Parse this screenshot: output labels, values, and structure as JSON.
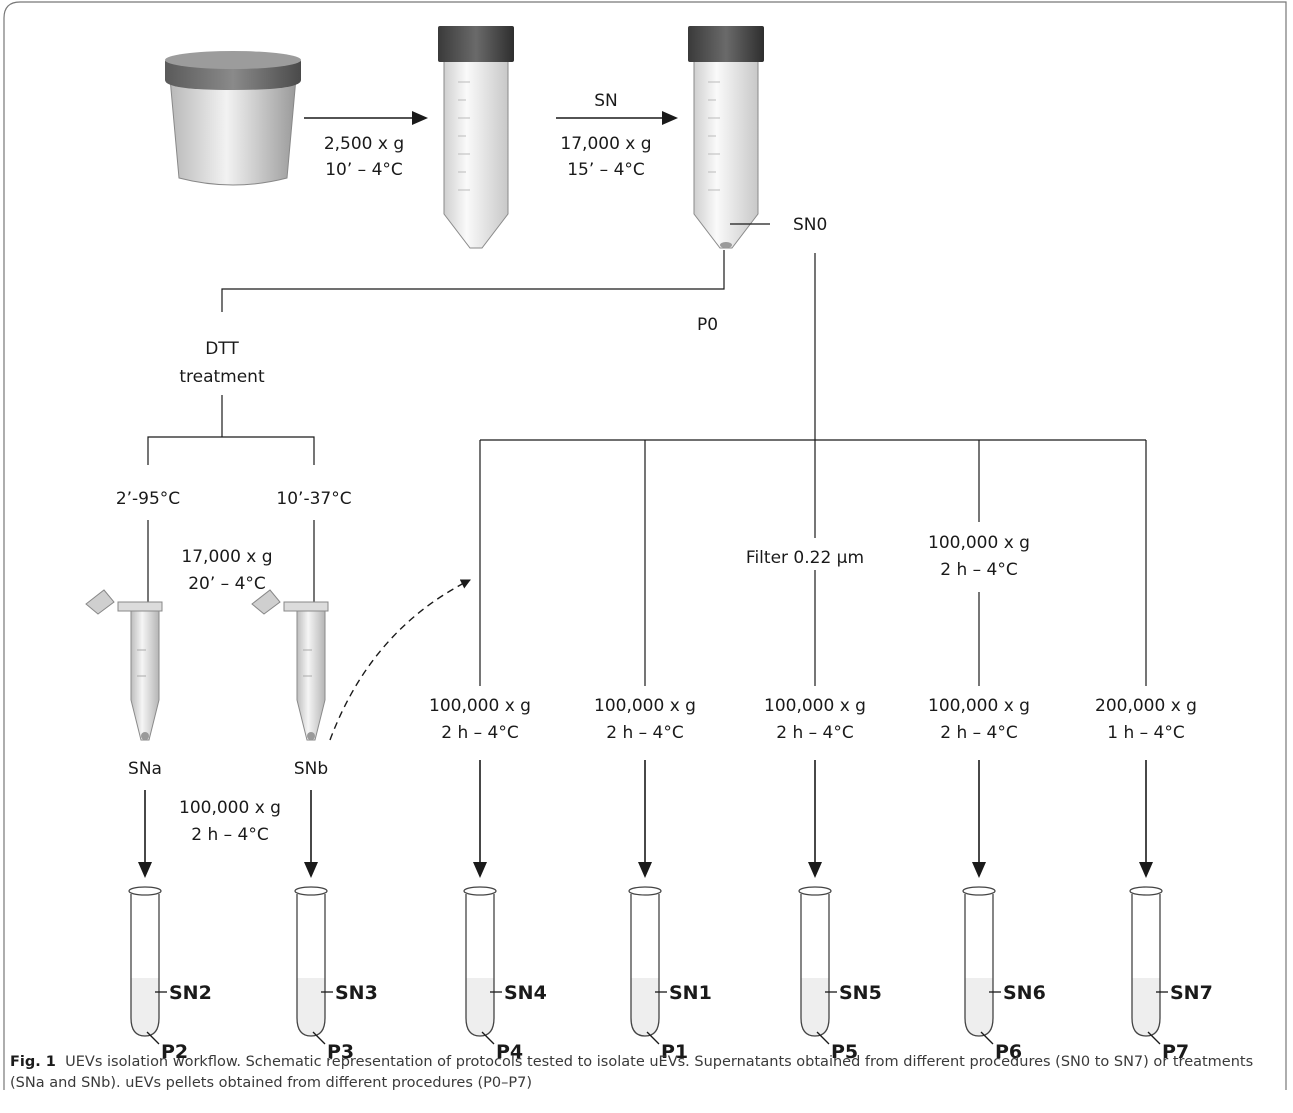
{
  "step1": {
    "speed": "2,500 x g",
    "time": "10’ – 4°C"
  },
  "step2": {
    "top": "SN",
    "speed": "17,000 x g",
    "time": "15’ – 4°C"
  },
  "labels": {
    "sn0": "SN0",
    "p0": "P0",
    "dtt1": "DTT",
    "dtt2": "treatment"
  },
  "dtt_branches": {
    "a": "2’-95°C",
    "b": "10’-37°C",
    "spin1": "17,000 x g",
    "spin2": "20’ – 4°C",
    "sna": "SNa",
    "snb": "SNb",
    "uc1": "100,000 x g",
    "uc2": "2 h – 4°C"
  },
  "branch_mid": {
    "p5_pre": "Filter 0.22 μm",
    "p6_pre1": "100,000 x g",
    "p6_pre2": "2 h – 4°C"
  },
  "spins": [
    {
      "a": "100,000 x g",
      "b": "2 h – 4°C"
    },
    {
      "a": "100,000 x g",
      "b": "2 h – 4°C"
    },
    {
      "a": "100,000 x g",
      "b": "2 h – 4°C"
    },
    {
      "a": "100,000 x g",
      "b": "2 h – 4°C"
    },
    {
      "a": "200,000 x g",
      "b": "1 h – 4°C"
    }
  ],
  "tubes": [
    {
      "sn": "SN2",
      "p": "P2"
    },
    {
      "sn": "SN3",
      "p": "P3"
    },
    {
      "sn": "SN4",
      "p": "P4"
    },
    {
      "sn": "SN1",
      "p": "P1"
    },
    {
      "sn": "SN5",
      "p": "P5"
    },
    {
      "sn": "SN6",
      "p": "P6"
    },
    {
      "sn": "SN7",
      "p": "P7"
    }
  ],
  "caption": {
    "fig": "Fig. 1",
    "text": "UEVs isolation workflow. Schematic representation of protocols tested to isolate uEVs. Supernatants obtained from different procedures (SN0 to SN7) or treatments (SNa and SNb). uEVs pellets obtained from different procedures (P0–P7)"
  }
}
